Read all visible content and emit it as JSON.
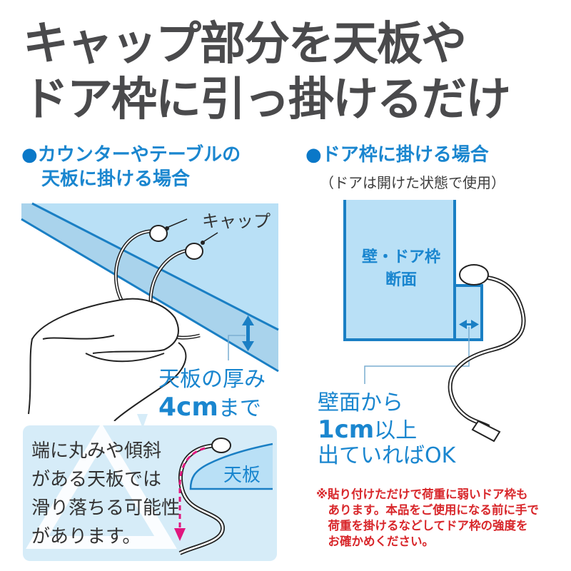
{
  "headline": {
    "line1": "キャップ部分を天板や",
    "line2": "ドア枠に引っ掛けるだけ"
  },
  "left_section": {
    "bullet": "●",
    "title_line1": "カウンターやテーブルの",
    "title_line2": "天板に掛ける場合",
    "cap_label": "キャップ",
    "thickness_label": "天板の厚み",
    "thickness_value": "4cm",
    "thickness_suffix": "まで"
  },
  "warning_box": {
    "lines": [
      "端に丸みや傾斜",
      "がある天板では",
      "滑り落ちる可能性",
      "があります。"
    ],
    "board_label": "天板"
  },
  "right_section": {
    "bullet": "●",
    "title": "ドア枠に掛ける場合",
    "subtitle": "（ドアは開けた状態で使用）",
    "wall_label_line1": "壁・ドア枠",
    "wall_label_line2": "断面",
    "distance_line1": "壁面から",
    "distance_value": "1cm",
    "distance_suffix": "以上",
    "distance_line3": "出ていればOK"
  },
  "note": {
    "lines": [
      "※貼り付けただけで荷重に弱いドア枠も",
      "　あります。本品をご使用になる前に手で",
      "　荷重を掛けるなどしてドア枠の強度を",
      "　お確かめください。"
    ]
  },
  "colors": {
    "headline": "#4a4a4c",
    "accent_blue": "#1a86cf",
    "light_blue": "#b9e0f6",
    "board_edge": "#a9d3ec",
    "warning_bg": "#d6ecf8",
    "note_red": "#d8262a",
    "arrow_pink": "#e0167e"
  }
}
